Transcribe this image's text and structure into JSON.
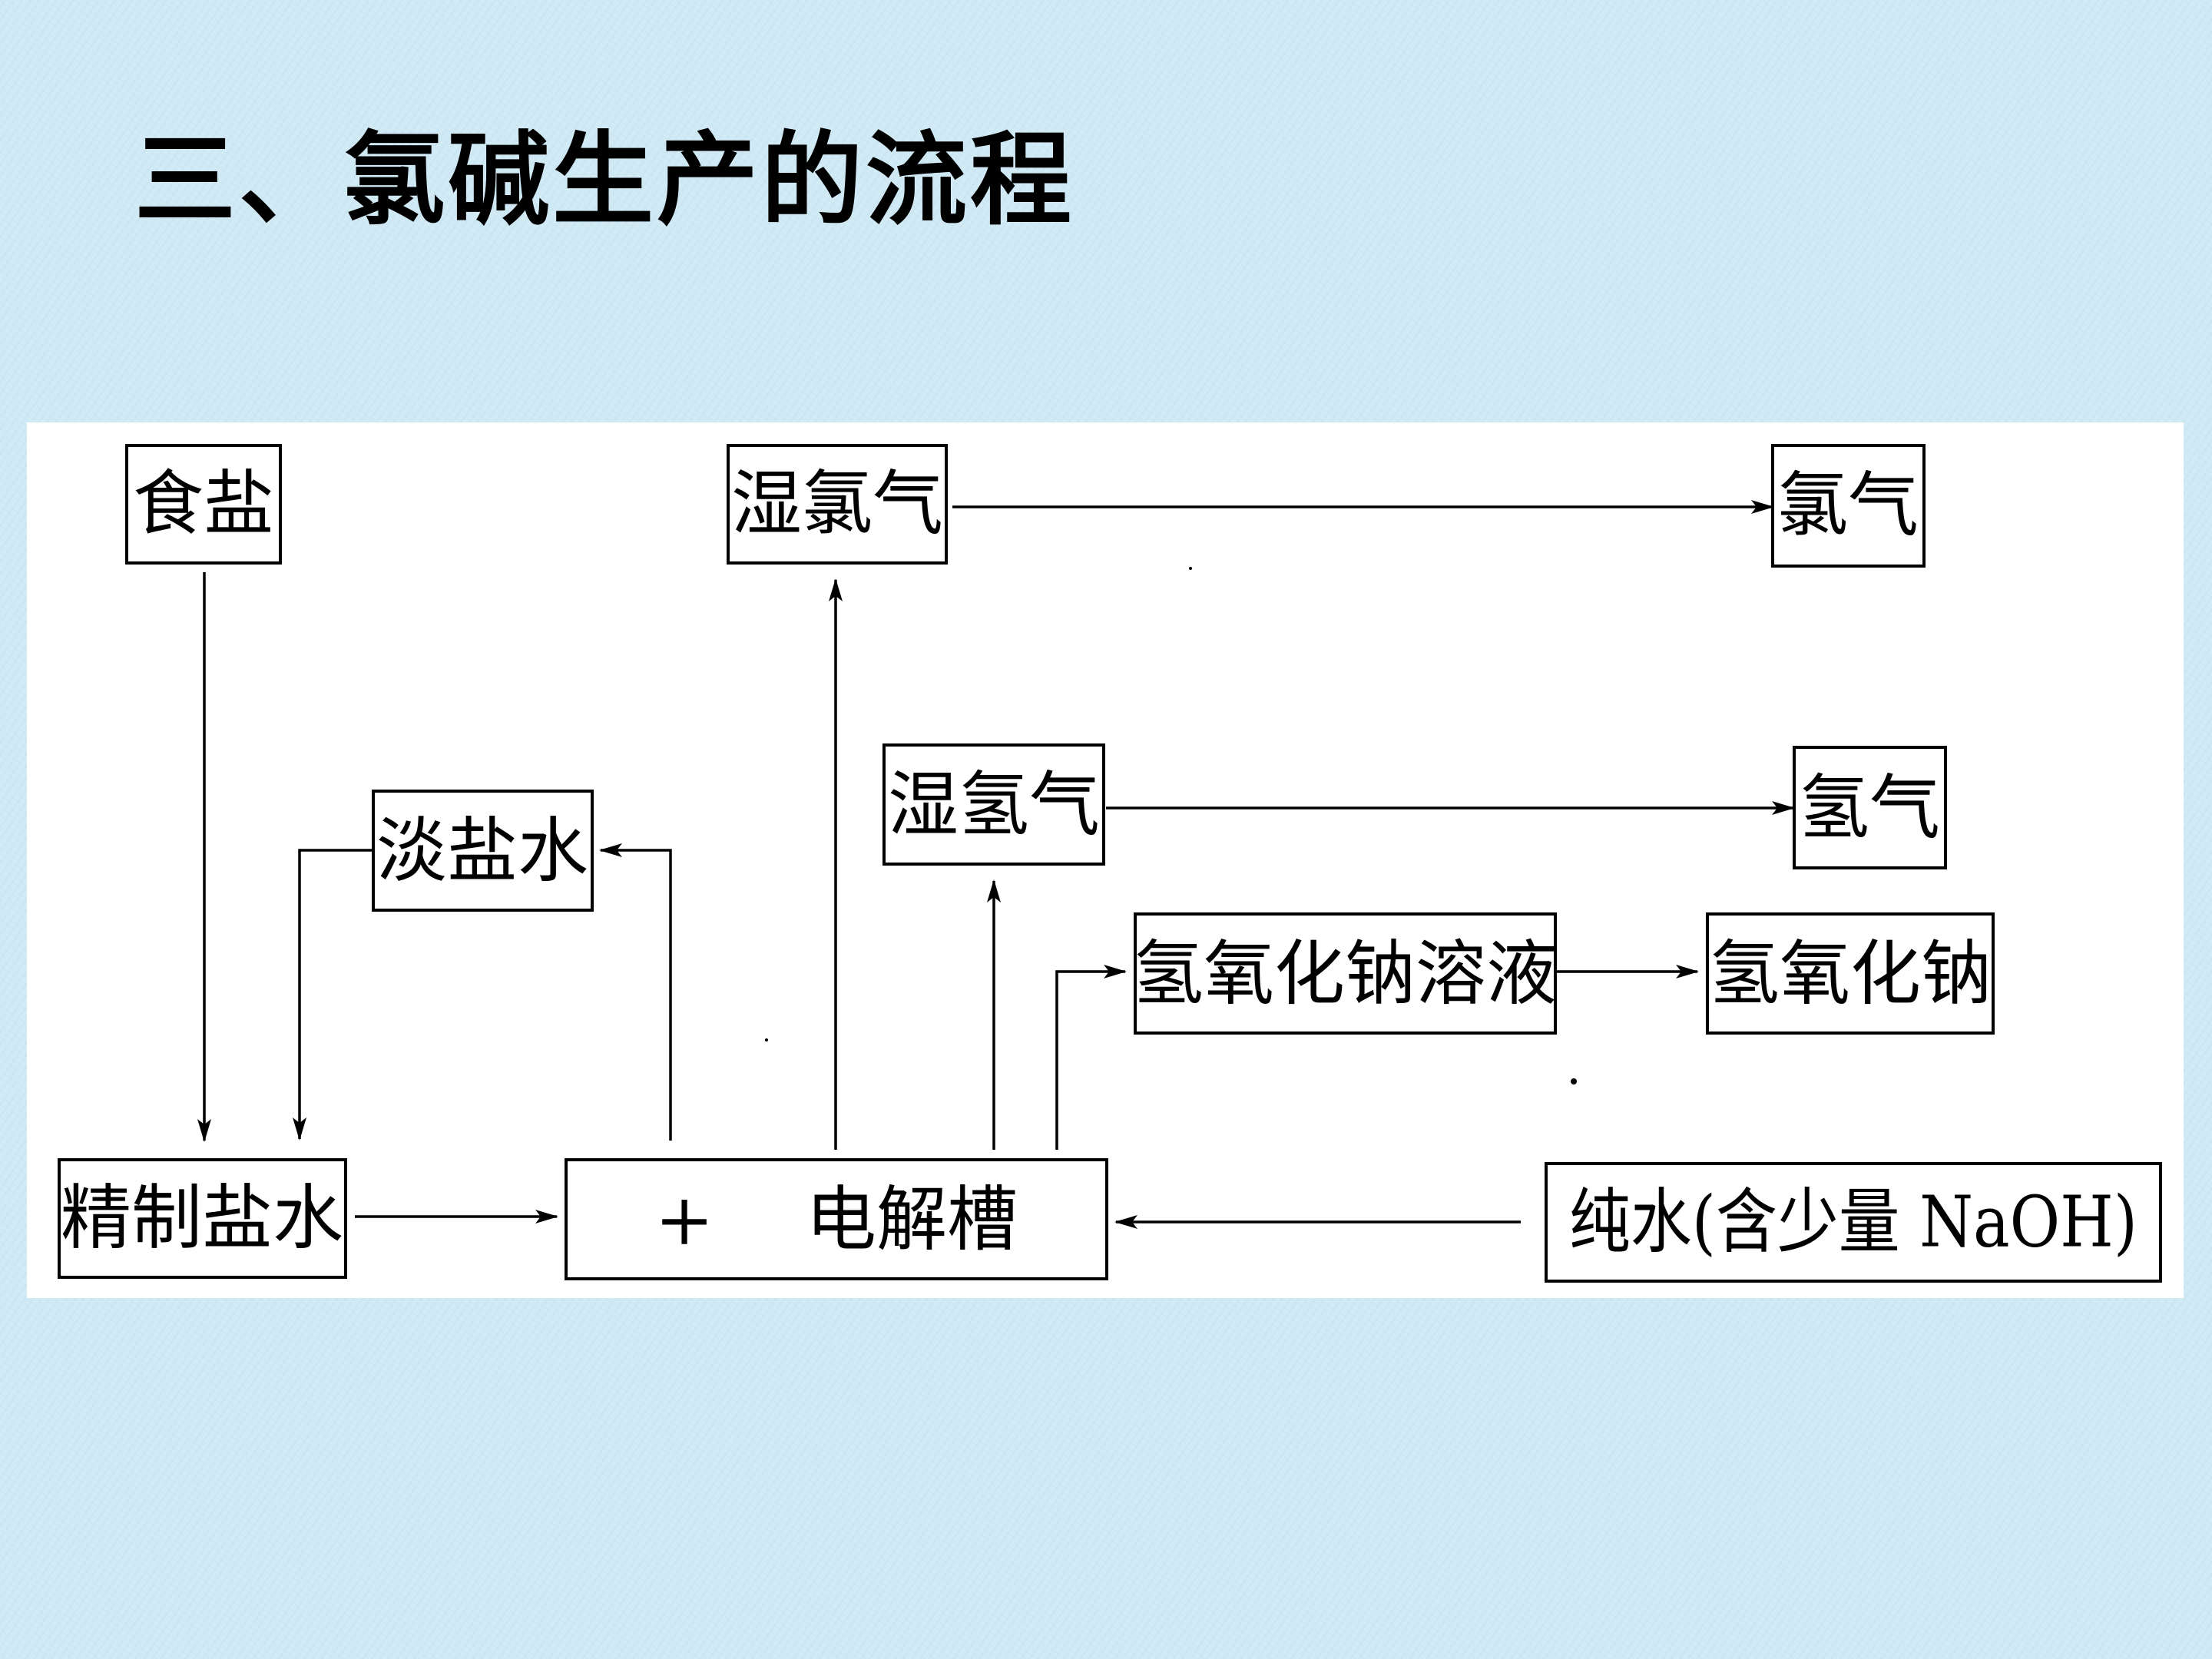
{
  "title": "三、氯碱生产的流程",
  "diagram": {
    "nodes": {
      "salt": "食盐",
      "wet_chlorine": "湿氯气",
      "chlorine": "氯气",
      "wet_hydrogen": "湿氢气",
      "hydrogen": "氢气",
      "dilute_brine": "淡盐水",
      "naoh_solution": "氢氧化钠溶液",
      "naoh": "氢氧化钠",
      "refined_brine": "精制盐水",
      "cell_plus": "+",
      "cell_label": "电解槽",
      "pure_water": "纯水(含少量 NaOH)"
    },
    "edges": [
      {
        "from": "食盐",
        "to": "精制盐水"
      },
      {
        "from": "淡盐水",
        "to": "精制盐水"
      },
      {
        "from": "精制盐水",
        "to": "电解槽"
      },
      {
        "from": "电解槽",
        "to": "淡盐水"
      },
      {
        "from": "电解槽",
        "to": "湿氯气"
      },
      {
        "from": "电解槽",
        "to": "湿氢气"
      },
      {
        "from": "电解槽",
        "to": "氢氧化钠溶液"
      },
      {
        "from": "湿氯气",
        "to": "氯气"
      },
      {
        "from": "湿氢气",
        "to": "氢气"
      },
      {
        "from": "氢氧化钠溶液",
        "to": "氢氧化钠"
      },
      {
        "from": "纯水(含少量 NaOH)",
        "to": "电解槽"
      }
    ]
  }
}
